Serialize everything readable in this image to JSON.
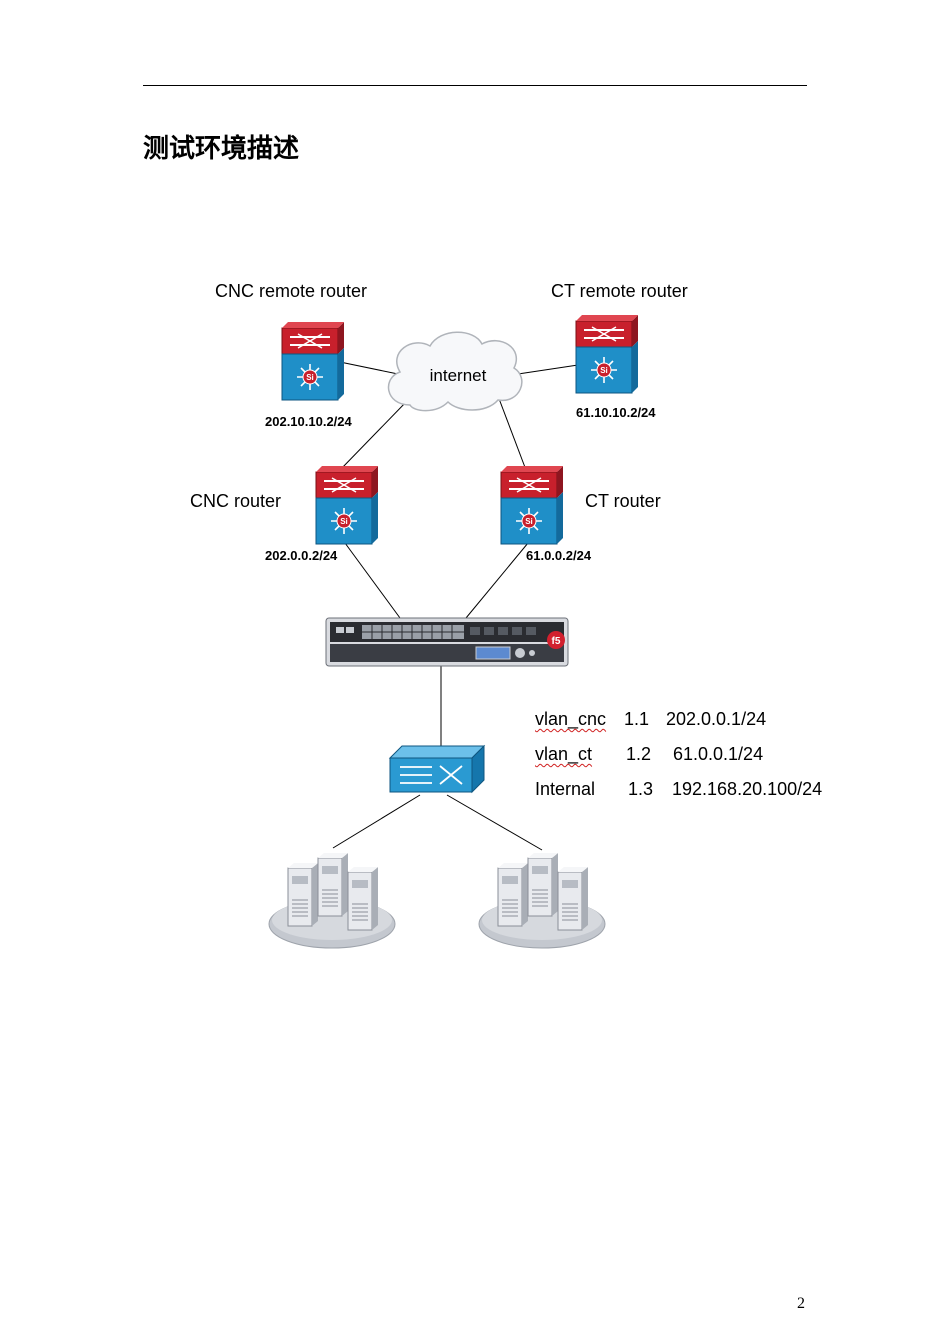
{
  "title": "测试环境描述",
  "page_number": "2",
  "diagram": {
    "cloud_label": "internet",
    "cnc_remote_router": {
      "name": "CNC remote router",
      "ip": "202.10.10.2/24"
    },
    "ct_remote_router": {
      "name": "CT remote router",
      "ip": "61.10.10.2/24"
    },
    "cnc_router": {
      "name": "CNC router",
      "ip": "202.0.0.2/24"
    },
    "ct_router": {
      "name": "CT router",
      "ip": "61.0.0.2/24"
    },
    "router_badge": "Si",
    "f5_badge": "f5",
    "vlans": [
      {
        "name": "vlan_cnc",
        "port": "1.1",
        "ip": "202.0.0.1/24"
      },
      {
        "name": "vlan_ct",
        "port": "1.2",
        "ip": "61.0.0.1/24"
      },
      {
        "name": "Internal",
        "port": "1.3",
        "ip": "192.168.20.100/24"
      }
    ]
  },
  "colors": {
    "router_top": "#c8202c",
    "router_bottom": "#1f8fc8",
    "switch": "#2a9ad2",
    "line": "#000000"
  }
}
